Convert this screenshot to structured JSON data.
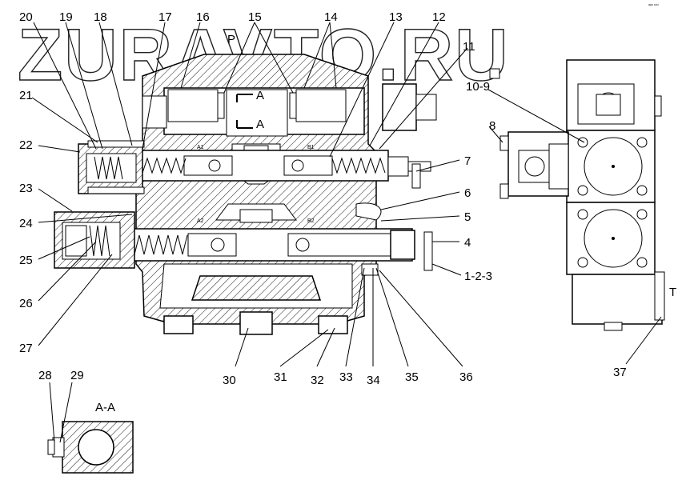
{
  "watermark": "ZURAVTO.RU",
  "corner_mark": "ᵃᵖᵖ ˢᵒᵘ",
  "section_title": "A-A",
  "port_labels": {
    "P": "P",
    "T": "T",
    "A_upper": "A",
    "A_lower": "A",
    "A1": "A1",
    "B1": "B1",
    "A2": "A2",
    "B2": "B2"
  },
  "part_labels": {
    "p1_2_3": "1-2-3",
    "p4": "4",
    "p5": "5",
    "p6": "6",
    "p7": "7",
    "p8": "8",
    "p10_9": "10-9",
    "p11": "11",
    "p12": "12",
    "p13": "13",
    "p14": "14",
    "p15": "15",
    "p16": "16",
    "p17": "17",
    "p18": "18",
    "p19": "19",
    "p20": "20",
    "p21": "21",
    "p22": "22",
    "p23": "23",
    "p24": "24",
    "p25": "25",
    "p26": "26",
    "p27": "27",
    "p28": "28",
    "p29": "29",
    "p30": "30",
    "p31": "31",
    "p32": "32",
    "p33": "33",
    "p34": "34",
    "p35": "35",
    "p36": "36",
    "p37": "37"
  }
}
